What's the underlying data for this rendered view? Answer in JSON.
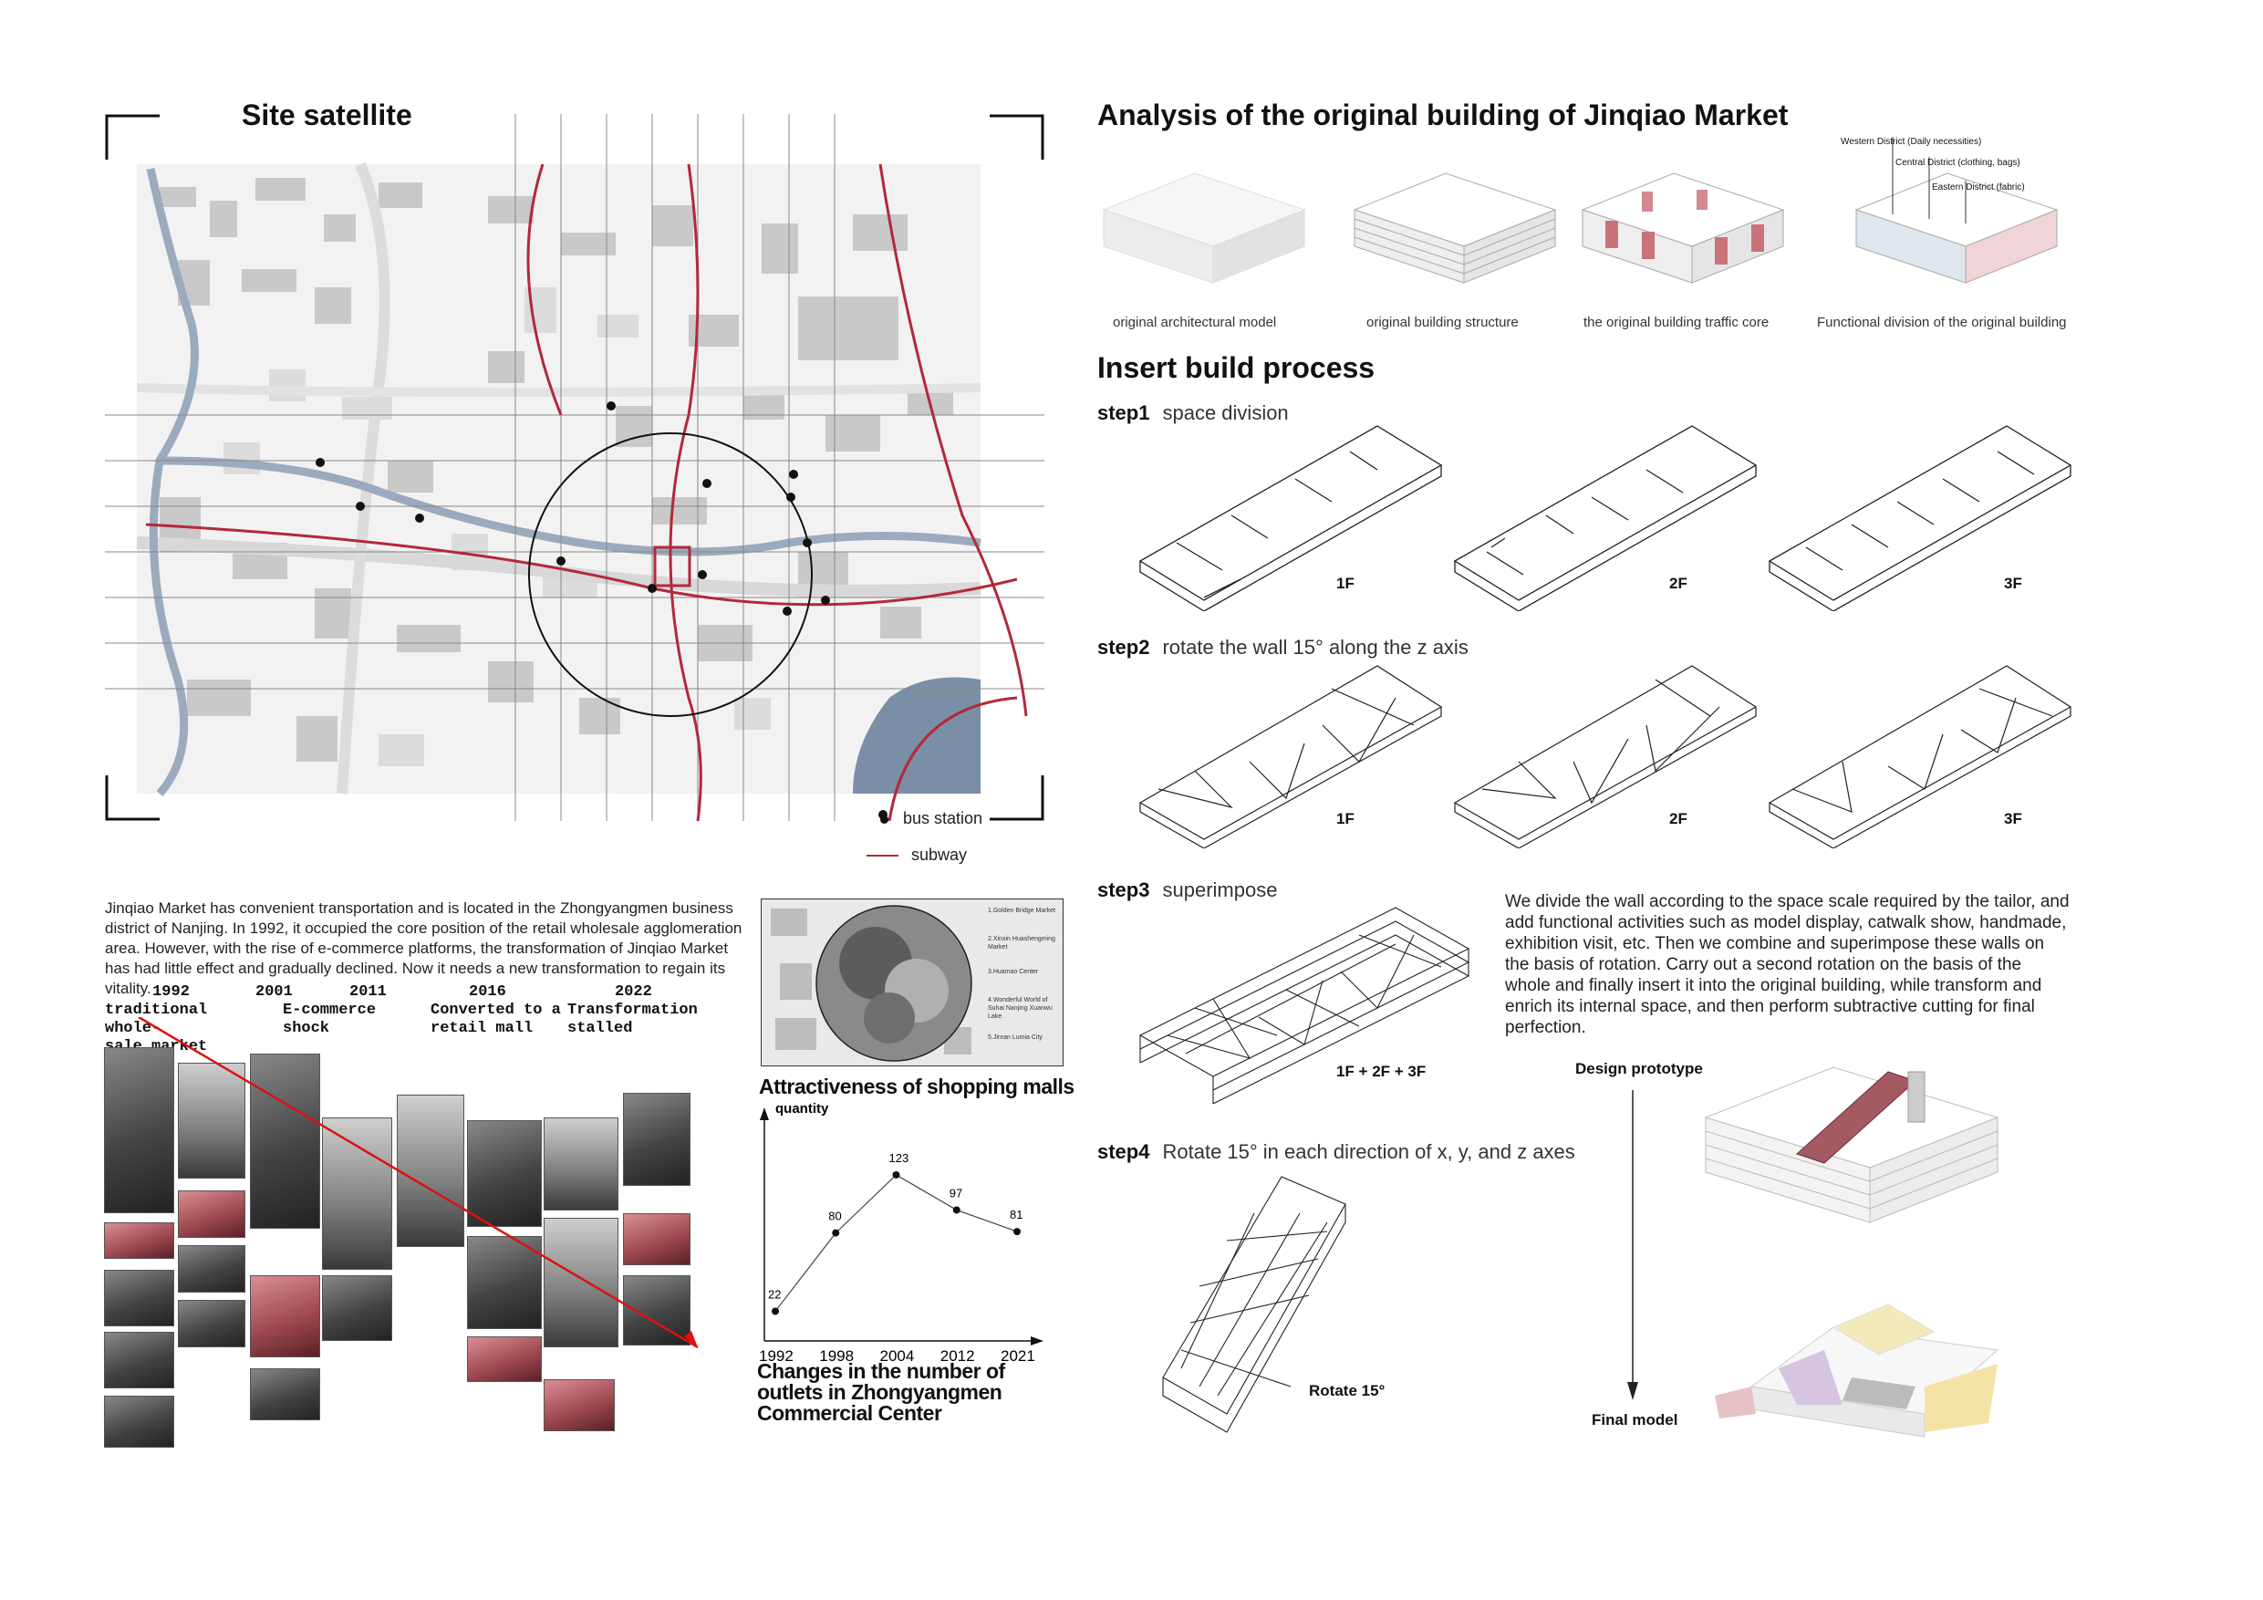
{
  "left": {
    "site_title": "Site satellite",
    "legend": {
      "bus": "bus station",
      "subway": "subway"
    },
    "intro": "Jinqiao Market has convenient transportation and is located in the Zhongyangmen business district of Nanjing. In 1992, it occupied the core position of the retail wholesale agglomeration area. However, with the rise of e-commerce platforms, the transformation of Jinqiao Market has had little effect and gradually declined. Now it needs a new transformation to regain its vitality.",
    "timeline": [
      {
        "year": "1992",
        "label": "traditional whole-\nsale market"
      },
      {
        "year": "2001",
        "label": "E-commerce\nshock"
      },
      {
        "year": "2011",
        "label": ""
      },
      {
        "year": "2016",
        "label": "Converted to a\nretail mall"
      },
      {
        "year": "2022",
        "label": "Transformation\nstalled"
      }
    ],
    "attract_title": "Attractiveness of shopping malls",
    "attract_legend": [
      "1.Golden Bridge Market",
      "2.Xinxin Huashengming Market",
      "3.Huamao Center",
      "4.Wonderful World of Suhai Nanjing Xuanwu Lake",
      "5.Jinran Lumia City"
    ],
    "chart_caption": "Changes in the number of outlets in Zhongyangmen Commercial Center"
  },
  "chart_data": {
    "type": "line",
    "ylabel": "quantity",
    "xlabel": "",
    "title": "",
    "categories": [
      "1992",
      "1998",
      "2004",
      "2012",
      "2021"
    ],
    "values": [
      22,
      80,
      123,
      97,
      81
    ],
    "ylim": [
      0,
      150
    ],
    "grid": false
  },
  "right": {
    "analysis_title": "Analysis of the original building of Jinqiao Market",
    "analysis_captions": [
      "original architectural model",
      "original building structure",
      "the original building traffic core",
      "Functional division of the original building"
    ],
    "district_labels": [
      "Western District (Daily necessities)",
      "Central District (clothing, bags)",
      "Eastern District (fabric)"
    ],
    "process_title": "Insert build process",
    "steps": [
      {
        "name": "step1",
        "desc": "space division"
      },
      {
        "name": "step2",
        "desc": "rotate the wall 15° along the z axis"
      },
      {
        "name": "step3",
        "desc": "superimpose"
      },
      {
        "name": "step4",
        "desc": "Rotate 15° in each direction of x, y, and z axes"
      }
    ],
    "floors": [
      "1F",
      "2F",
      "3F"
    ],
    "combo_label": "1F + 2F + 3F",
    "rotate_label": "Rotate 15°",
    "description": "We divide the wall according to the space scale required by the tailor, and add functional activities such as model display, catwalk show, handmade, exhibition visit, etc. Then we combine and superimpose these walls on the basis of rotation. Carry out a second rotation on the basis of the whole and finally insert it into the original building, while transform and enrich its internal space, and then perform subtractive cutting for final perfection.",
    "design_prototype": "Design prototype",
    "final_model": "Final model"
  },
  "colors": {
    "accent_red": "#b3283a",
    "map_river": "#9aabbd",
    "dark": "#111111"
  }
}
